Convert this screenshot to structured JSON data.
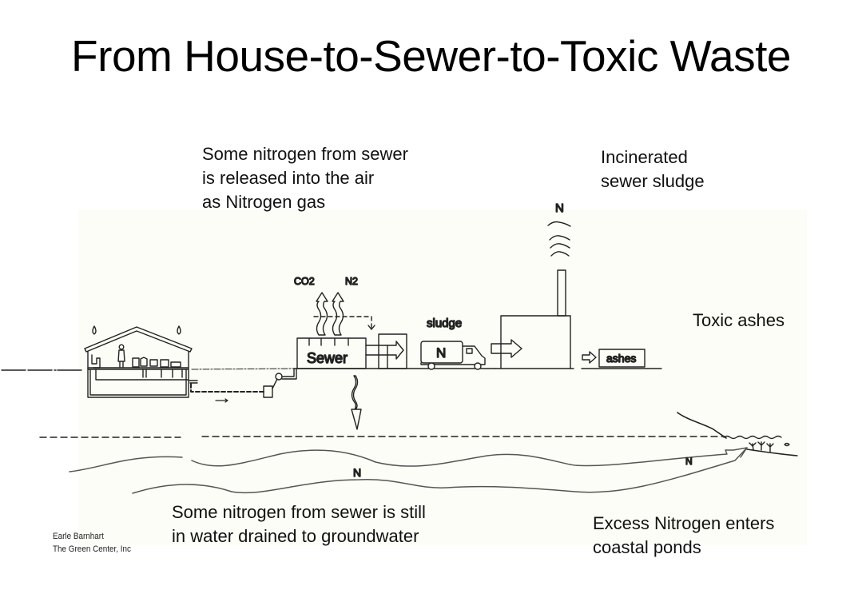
{
  "title": "From House-to-Sewer-to-Toxic Waste",
  "captions": {
    "air_release": [
      "Some nitrogen from sewer",
      "is released into the air",
      "as Nitrogen gas"
    ],
    "incinerated": [
      "Incinerated",
      "sewer sludge"
    ],
    "toxic_ashes": "Toxic ashes",
    "groundwater": [
      "Some nitrogen from sewer is still",
      "in water drained to groundwater"
    ],
    "coastal_ponds": [
      "Excess Nitrogen enters",
      "coastal ponds"
    ]
  },
  "labels": {
    "co2": "CO2",
    "n2": "N2",
    "sewer": "Sewer",
    "sludge": "sludge",
    "truck_n": "N",
    "smoke_n": "N",
    "ashes": "ashes",
    "groundwater_n": "N",
    "coastal_n": "N"
  },
  "credit": [
    "Earle Barnhart",
    "The Green Center, Inc"
  ]
}
